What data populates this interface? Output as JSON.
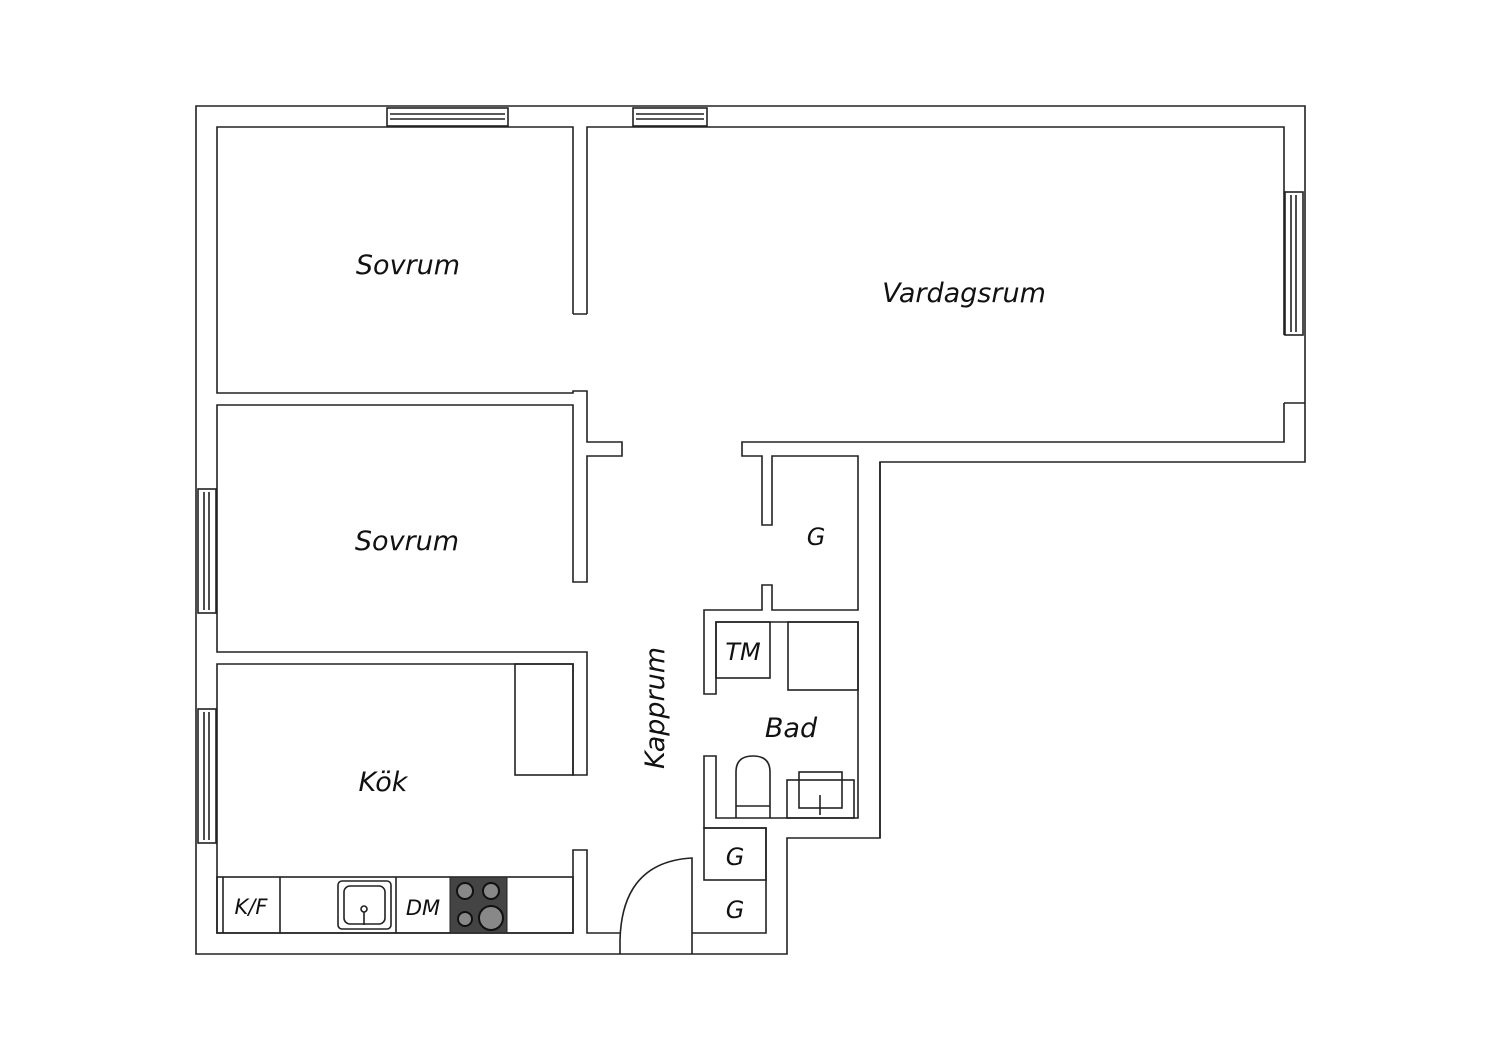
{
  "floorplan": {
    "rooms": {
      "bedroom1": "Sovrum",
      "living": "Vardagsrum",
      "bedroom2": "Sovrum",
      "kitchen": "Kök",
      "hall": "Kapprum",
      "bath": "Bad",
      "closet_hall": "G",
      "closet1": "G",
      "closet2": "G"
    },
    "fixtures": {
      "washer": "TM",
      "fridge": "K/F",
      "dishwasher": "DM"
    },
    "colors": {
      "line": "#222222",
      "stove": "#444444"
    }
  }
}
